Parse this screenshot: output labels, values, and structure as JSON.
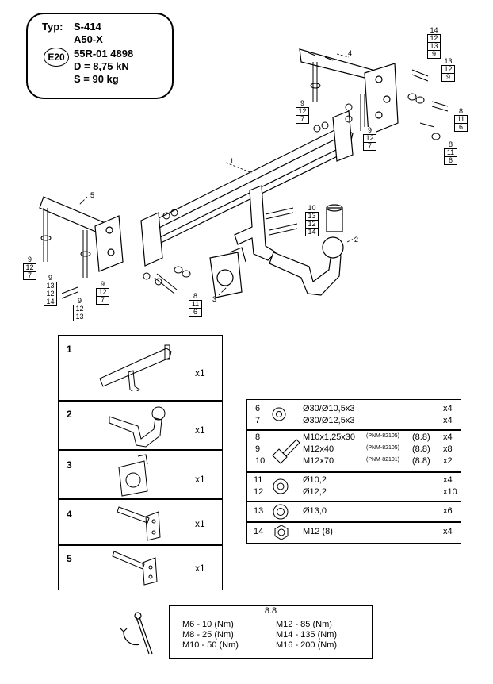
{
  "spec": {
    "typ_label": "Typ:",
    "typ_value": "S-414",
    "model": "A50-X",
    "e20": "E20",
    "approval": "55R-01 4898",
    "d_line": "D =  8,75 kN",
    "s_line": "S =    90 kg"
  },
  "callouts": {
    "c1": "1",
    "c2": "2",
    "c3": "3",
    "c4": "4",
    "c5": "5"
  },
  "stacks": [
    {
      "top": "14",
      "rows": [
        "12",
        "13",
        "9"
      ]
    },
    {
      "top": "13",
      "rows": [
        "12",
        "9"
      ]
    },
    {
      "top": "8",
      "rows": [
        "11",
        "6"
      ]
    },
    {
      "top": "8",
      "rows": [
        "11",
        "6"
      ]
    },
    {
      "top": "9",
      "rows": [
        "12",
        "7"
      ]
    },
    {
      "top": "9",
      "rows": [
        "12",
        "7"
      ]
    },
    {
      "top": "10",
      "rows": [
        "13",
        "12",
        "14"
      ]
    },
    {
      "top": "9",
      "rows": [
        "12",
        "7"
      ]
    },
    {
      "top": "9",
      "rows": [
        "13",
        "12",
        "14"
      ]
    },
    {
      "top": "9",
      "rows": [
        "12",
        "7"
      ]
    },
    {
      "top": "9",
      "rows": [
        "12",
        "13"
      ]
    },
    {
      "top": "8",
      "rows": [
        "11",
        "6"
      ]
    }
  ],
  "parts": [
    {
      "num": "1",
      "qty": "x1"
    },
    {
      "num": "2",
      "qty": "x1"
    },
    {
      "num": "3",
      "qty": "x1"
    },
    {
      "num": "4",
      "qty": "x1"
    },
    {
      "num": "5",
      "qty": "x1"
    }
  ],
  "hardware": {
    "washers_a": {
      "n1": "6",
      "n2": "7",
      "d1": "Ø30/Ø10,5x3",
      "d2": "Ø30/Ø12,5x3",
      "q1": "x4",
      "q2": "x4"
    },
    "bolts": {
      "n1": "8",
      "n2": "9",
      "n3": "10",
      "d1": "M10x1,25x30",
      "d2": "M12x40",
      "d3": "M12x70",
      "p1": "(PNM-82105)",
      "p2": "(PNM-82105)",
      "p3": "(PNM-82101)",
      "g1": "(8.8)",
      "g2": "(8.8)",
      "g3": "(8.8)",
      "q1": "x4",
      "q2": "x8",
      "q3": "x2"
    },
    "spring": {
      "n1": "11",
      "n2": "12",
      "d1": "Ø10,2",
      "d2": "Ø12,2",
      "q1": "x4",
      "q2": "x10"
    },
    "washer13": {
      "n": "13",
      "d": "Ø13,0",
      "q": "x6"
    },
    "nut": {
      "n": "14",
      "d": "M12 (8)",
      "q": "x4"
    }
  },
  "torque": {
    "grade": "8.8",
    "left": [
      "M6  -  10 (Nm)",
      "M8  -  25 (Nm)",
      "M10  -  50 (Nm)"
    ],
    "right": [
      "M12  -  85 (Nm)",
      "M14  -  135 (Nm)",
      "M16  -  200 (Nm)"
    ]
  }
}
